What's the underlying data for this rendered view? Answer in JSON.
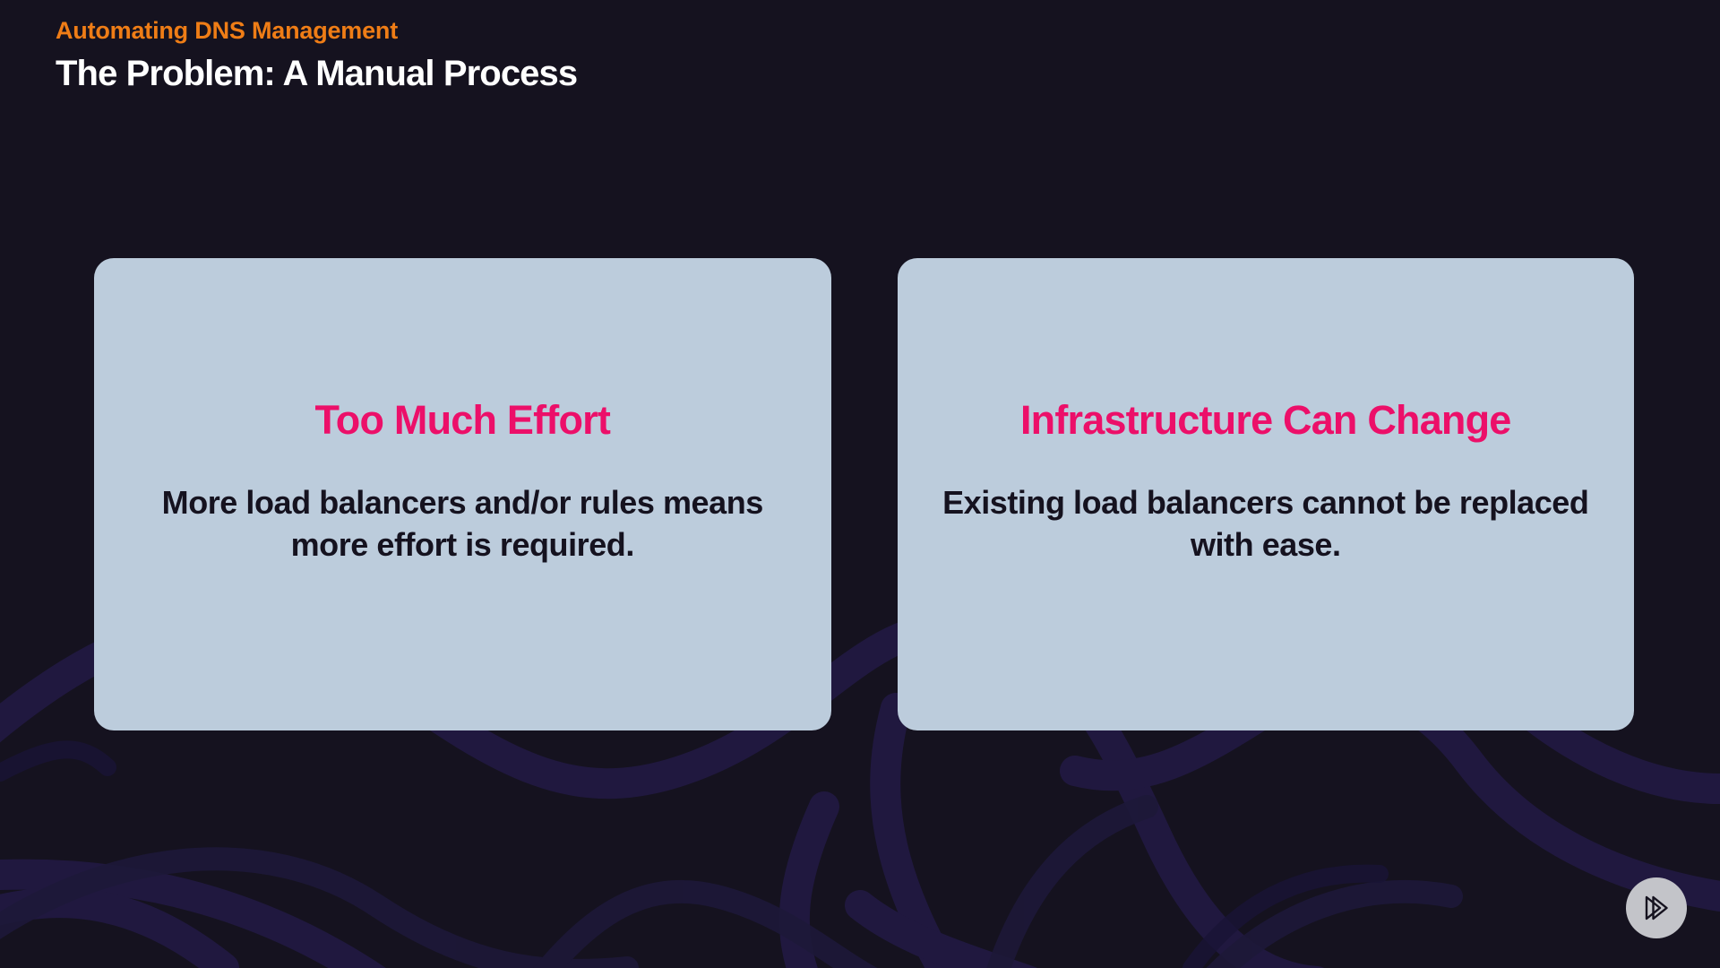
{
  "slide": {
    "background_color": "#15121f",
    "eyebrow": "Automating DNS Management",
    "eyebrow_color": "#ef7d16",
    "title": "The Problem: A Manual Process",
    "title_color": "#ffffff"
  },
  "cards": [
    {
      "heading": "Too Much Effort",
      "body": "More load balancers and/or rules means more effort is required.",
      "heading_color": "#ec0f69",
      "body_color": "#15121f",
      "background_color": "#bcccdc"
    },
    {
      "heading": "Infrastructure Can Change",
      "body": "Existing load balancers cannot be replaced with ease.",
      "heading_color": "#ec0f69",
      "body_color": "#15121f",
      "background_color": "#bcccdc"
    }
  ],
  "logo_button": {
    "icon": "double-play-triangle-icon",
    "circle_color": "#c3c4c9",
    "glyph_color": "#15121f"
  }
}
